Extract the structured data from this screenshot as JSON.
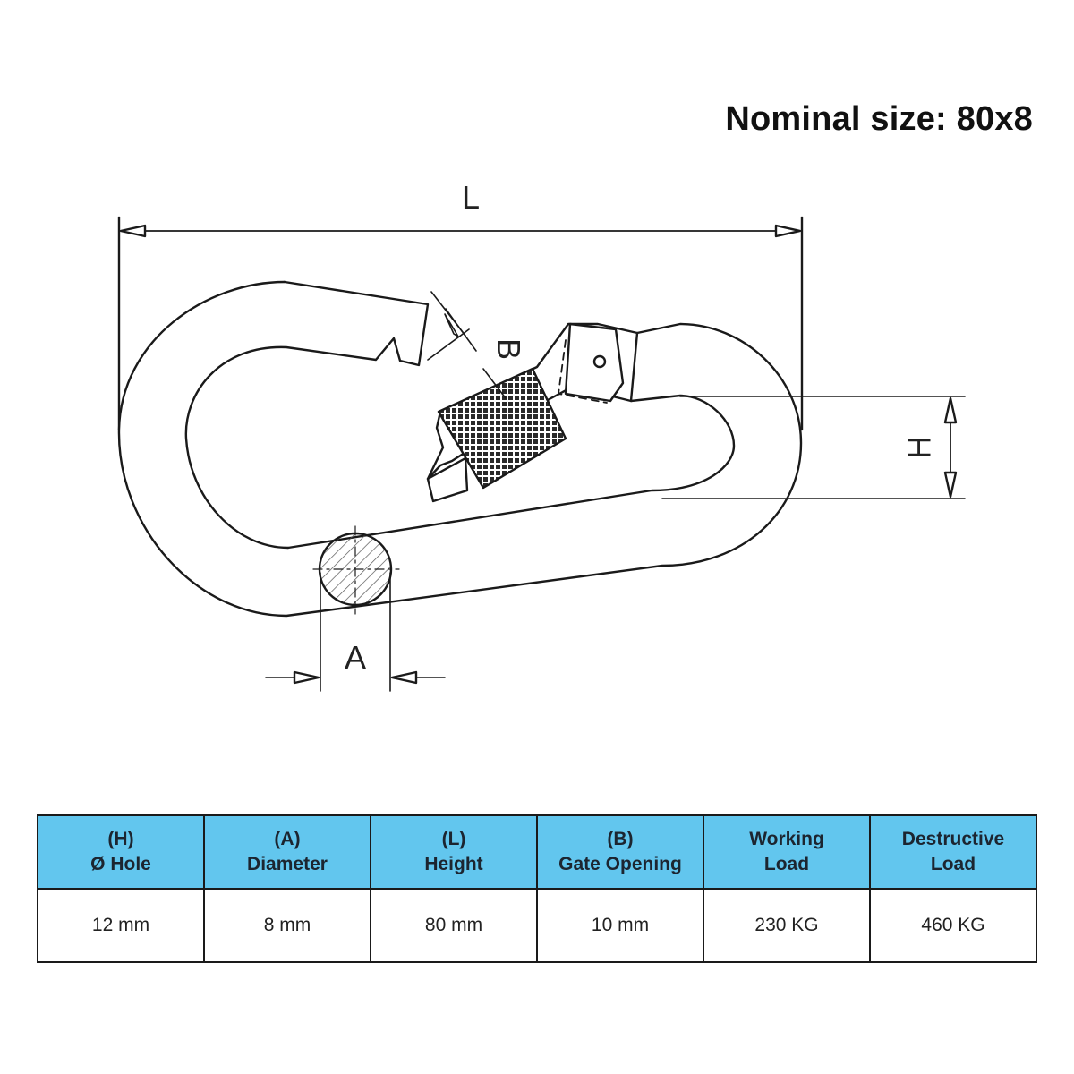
{
  "title": "Nominal size: 80x8",
  "dimension_labels": {
    "length": "L",
    "gate": "B",
    "hole": "H",
    "diameter": "A"
  },
  "table": {
    "headers": [
      {
        "line1": "(H)",
        "line2": "Ø Hole"
      },
      {
        "line1": "(A)",
        "line2": "Diameter"
      },
      {
        "line1": "(L)",
        "line2": "Height"
      },
      {
        "line1": "(B)",
        "line2": "Gate Opening"
      },
      {
        "line1": "Working",
        "line2": "Load"
      },
      {
        "line1": "Destructive",
        "line2": "Load"
      }
    ],
    "row": [
      "12 mm",
      "8 mm",
      "80 mm",
      "10 mm",
      "230 KG",
      "460 KG"
    ]
  },
  "colors": {
    "header_background": "#62c6ee",
    "line": "#1a1a1a"
  }
}
